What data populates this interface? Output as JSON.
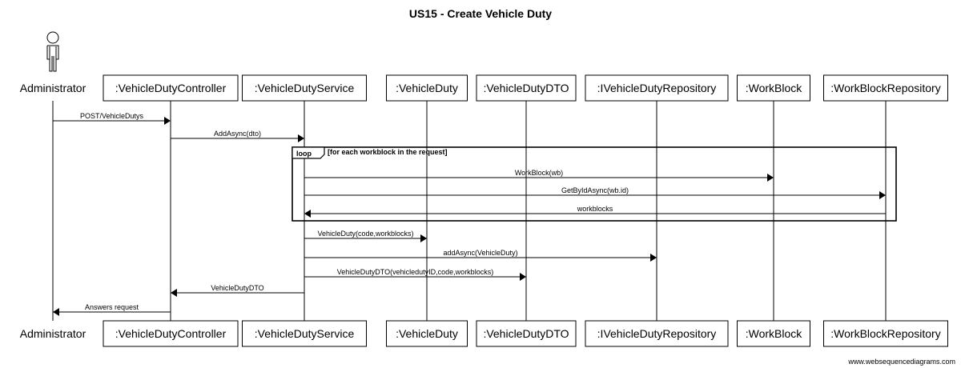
{
  "title": "US15 - Create Vehicle Duty",
  "footer": "www.websequencediagrams.com",
  "participants": [
    {
      "id": "administrator",
      "label": "Administrator",
      "kind": "actor"
    },
    {
      "id": "controller",
      "label": ":VehicleDutyController",
      "kind": "box"
    },
    {
      "id": "service",
      "label": ":VehicleDutyService",
      "kind": "box"
    },
    {
      "id": "vehicleduty",
      "label": ":VehicleDuty",
      "kind": "box"
    },
    {
      "id": "dto",
      "label": ":VehicleDutyDTO",
      "kind": "box"
    },
    {
      "id": "repo",
      "label": ":IVehicleDutyRepository",
      "kind": "box"
    },
    {
      "id": "workblock",
      "label": ":WorkBlock",
      "kind": "box"
    },
    {
      "id": "wbrepo",
      "label": ":WorkBlockRepository",
      "kind": "box"
    }
  ],
  "messages": [
    {
      "from": "administrator",
      "to": "controller",
      "label": "POST/VehicleDutys"
    },
    {
      "from": "controller",
      "to": "service",
      "label": "AddAsync(dto)"
    },
    {
      "from": "service",
      "to": "workblock",
      "label": "WorkBlock(wb)"
    },
    {
      "from": "service",
      "to": "wbrepo",
      "label": "GetByIdAsync(wb.id)"
    },
    {
      "from": "wbrepo",
      "to": "service",
      "label": "workblocks"
    },
    {
      "from": "service",
      "to": "vehicleduty",
      "label": "VehicleDuty(code,workblocks)"
    },
    {
      "from": "service",
      "to": "repo",
      "label": "addAsync(VehicleDuty)"
    },
    {
      "from": "service",
      "to": "dto",
      "label": "VehicleDutyDTO(vehicledutyID,code,workblocks)"
    },
    {
      "from": "service",
      "to": "controller",
      "label": "VehicleDutyDTO"
    },
    {
      "from": "controller",
      "to": "administrator",
      "label": "Answers request"
    }
  ],
  "fragment": {
    "keyword": "loop",
    "condition": "[for each workblock in the request]",
    "first_message": 2,
    "last_message": 4
  }
}
